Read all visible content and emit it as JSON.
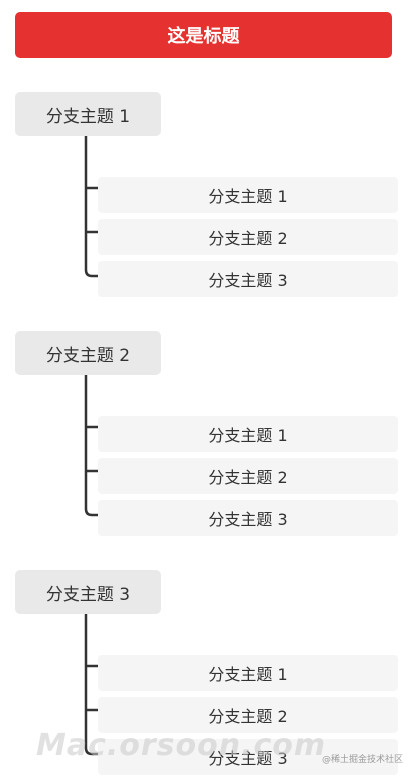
{
  "title": {
    "text": "这是标题",
    "color": "#e5312f"
  },
  "line_color": "#333333",
  "groups": [
    {
      "label": "分支主题 1",
      "children": [
        "分支主题 1",
        "分支主题 2",
        "分支主题 3"
      ]
    },
    {
      "label": "分支主题 2",
      "children": [
        "分支主题 1",
        "分支主题 2",
        "分支主题 3"
      ]
    },
    {
      "label": "分支主题 3",
      "children": [
        "分支主题 1",
        "分支主题 2",
        "分支主题 3"
      ]
    }
  ],
  "watermark": "Mac.orsoon.com",
  "credit": "@稀土掘金技术社区"
}
